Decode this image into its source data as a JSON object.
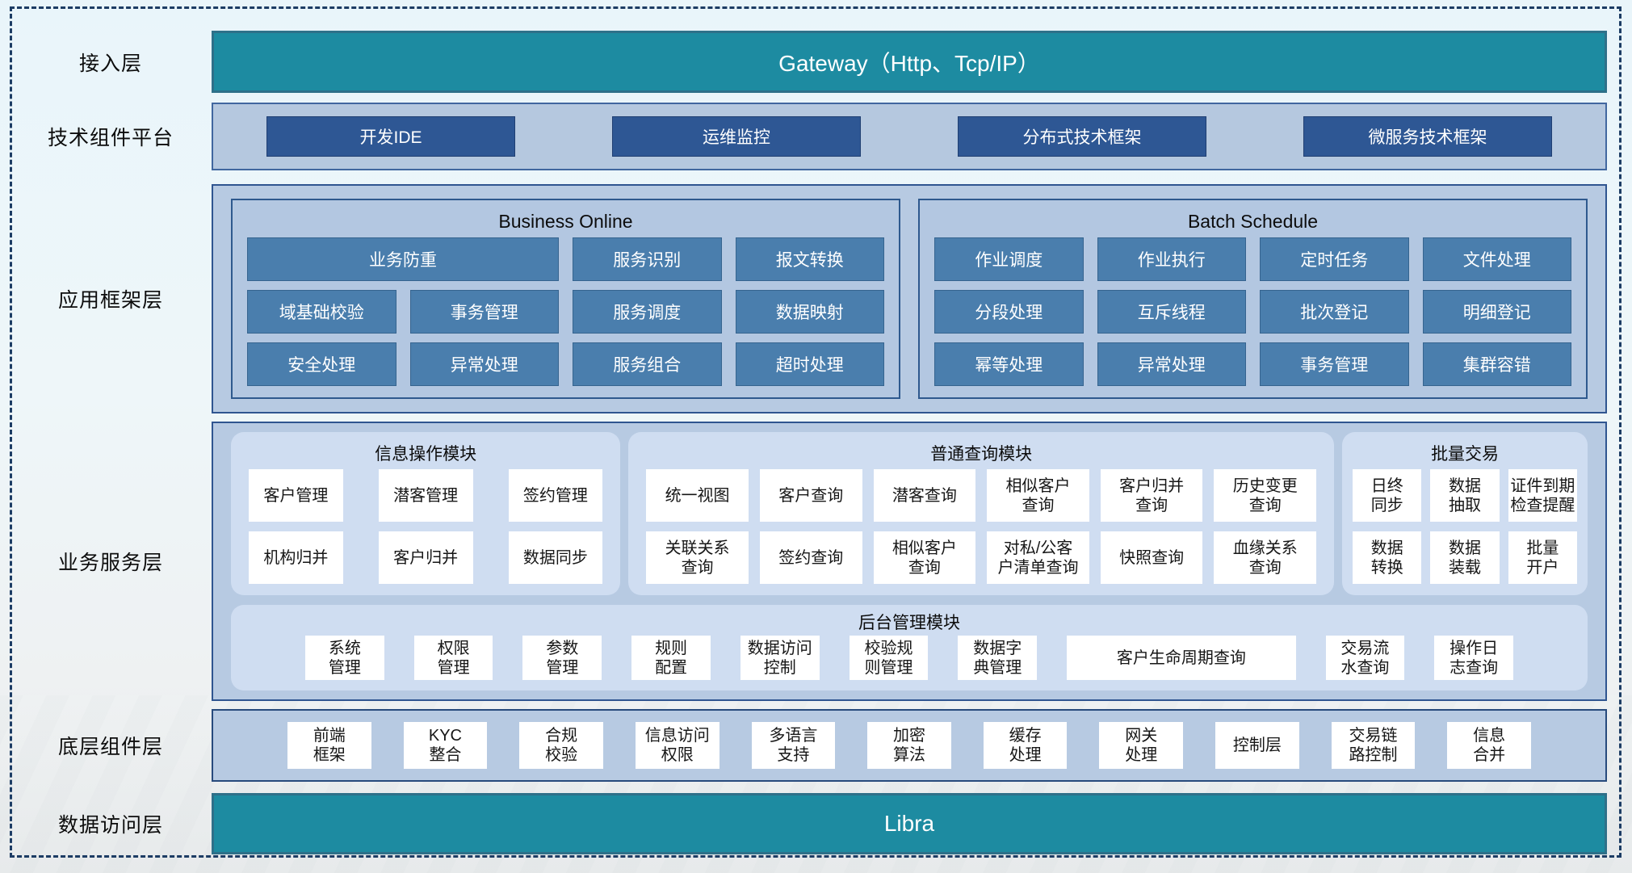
{
  "access_layer": {
    "label": "接入层",
    "bar_text": "Gateway（Http、Tcp/IP）"
  },
  "tech_platform": {
    "label": "技术组件平台",
    "items": [
      "开发IDE",
      "运维监控",
      "分布式技术框架",
      "微服务技术框架"
    ]
  },
  "app_framework": {
    "label": "应用框架层",
    "panels": [
      {
        "title": "Business Online",
        "buttons": [
          {
            "text": "业务防重",
            "span": 2
          },
          {
            "text": "服务识别"
          },
          {
            "text": "报文转换"
          },
          {
            "text": "域基础校验"
          },
          {
            "text": "事务管理"
          },
          {
            "text": "服务调度"
          },
          {
            "text": "数据映射"
          },
          {
            "text": "安全处理"
          },
          {
            "text": "异常处理"
          },
          {
            "text": "服务组合"
          },
          {
            "text": "超时处理"
          }
        ]
      },
      {
        "title": "Batch Schedule",
        "buttons": [
          {
            "text": "作业调度"
          },
          {
            "text": "作业执行"
          },
          {
            "text": "定时任务"
          },
          {
            "text": "文件处理"
          },
          {
            "text": "分段处理"
          },
          {
            "text": "互斥线程"
          },
          {
            "text": "批次登记"
          },
          {
            "text": "明细登记"
          },
          {
            "text": "幂等处理"
          },
          {
            "text": "异常处理"
          },
          {
            "text": "事务管理"
          },
          {
            "text": "集群容错"
          }
        ]
      }
    ]
  },
  "business_service": {
    "label": "业务服务层",
    "modules": [
      {
        "title": "信息操作模块",
        "cols": 3,
        "buttons": [
          "客户管理",
          "潜客管理",
          "签约管理",
          "机构归并",
          "客户归并",
          "数据同步"
        ]
      },
      {
        "title": "普通查询模块",
        "cols": 6,
        "buttons": [
          "统一视图",
          "客户查询",
          "潜客查询",
          "相似客户\n查询",
          "客户归并\n查询",
          "历史变更\n查询",
          "关联关系\n查询",
          "签约查询",
          "相似客户\n查询",
          "对私/公客\n户清单查询",
          "快照查询",
          "血缘关系\n查询"
        ]
      },
      {
        "title": "批量交易",
        "cols": 3,
        "buttons": [
          "日终\n同步",
          "数据\n抽取",
          "证件到期\n检查提醒",
          "数据\n转换",
          "数据\n装载",
          "批量\n开户"
        ]
      }
    ],
    "admin_module": {
      "title": "后台管理模块",
      "buttons": [
        {
          "text": "系统\n管理"
        },
        {
          "text": "权限\n管理"
        },
        {
          "text": "参数\n管理"
        },
        {
          "text": "规则\n配置"
        },
        {
          "text": "数据访问\n控制"
        },
        {
          "text": "校验规\n则管理"
        },
        {
          "text": "数据字\n典管理"
        },
        {
          "text": "客户生命周期查询",
          "wide": true
        },
        {
          "text": "交易流\n水查询"
        },
        {
          "text": "操作日\n志查询"
        }
      ]
    }
  },
  "base_components": {
    "label": "底层组件层",
    "items": [
      "前端\n框架",
      "KYC\n整合",
      "合规\n校验",
      "信息访问\n权限",
      "多语言\n支持",
      "加密\n算法",
      "缓存\n处理",
      "网关\n处理",
      "控制层",
      "交易链\n路控制",
      "信息\n合并"
    ]
  },
  "data_access": {
    "label": "数据访问层",
    "bar_text": "Libra"
  },
  "colors": {
    "teal": "#1d8ba1",
    "band_background": "#b7cae2",
    "dark_button": "#2e5794",
    "steel_button": "#4a7ead",
    "module_box": "#cfddf1",
    "frame_dash": "#1c3c64"
  }
}
